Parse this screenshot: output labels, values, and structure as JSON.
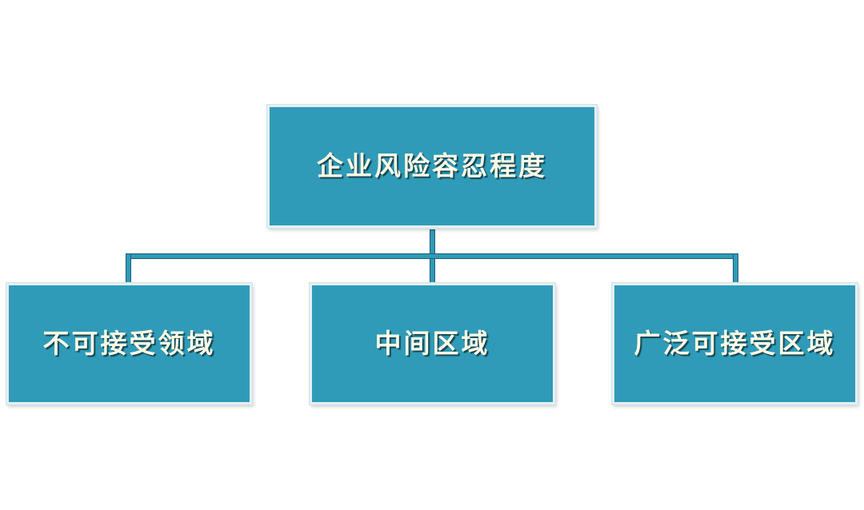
{
  "diagram": {
    "root": {
      "label": "企业风险容忍程度"
    },
    "children": [
      {
        "label": "不可接受领域"
      },
      {
        "label": "中间区域"
      },
      {
        "label": "广泛可接受区域"
      }
    ]
  },
  "colors": {
    "node_fill": "#2f9bb8",
    "node_border": "#e4f0f4",
    "text_color": "#fffbe6",
    "connector_fill": "#2f9bb8",
    "connector_border": "#1f5f72"
  }
}
